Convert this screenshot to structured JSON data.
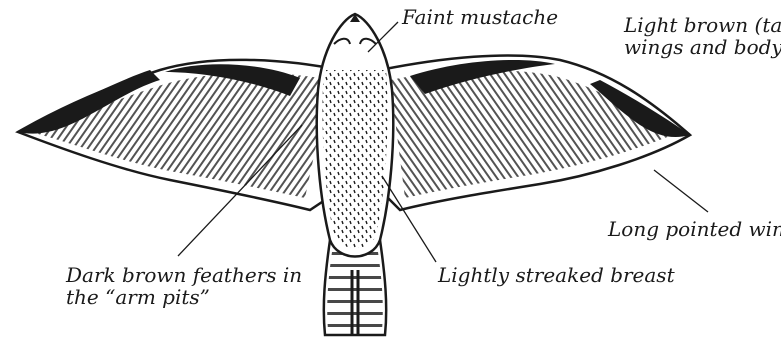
{
  "labels": {
    "faint_mustache": "Faint mustache",
    "wings_body": [
      "Light brown (tan)",
      "wings and body"
    ],
    "long_wings": "Long pointed wings",
    "arm_pits": [
      "Dark brown feathers in",
      "the “arm pits”"
    ],
    "breast": "Lightly streaked breast"
  },
  "colors": {
    "ink": "#1a1a1a",
    "paper": "#ffffff"
  }
}
